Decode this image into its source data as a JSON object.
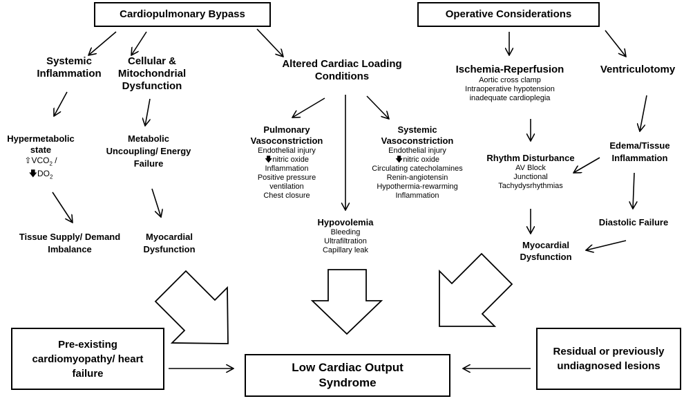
{
  "boxes": {
    "cpb": "Cardiopulmonary Bypass",
    "operative": "Operative Considerations",
    "preexisting": "Pre-existing cardiomyopathy/ heart failure",
    "lcos": "Low Cardiac Output Syndrome",
    "residual": "Residual or previously undiagnosed lesions"
  },
  "nodes": {
    "systemic_inflammation": "Systemic Inflammation",
    "cellular": "Cellular & Mitochondrial Dysfunction",
    "altered_loading": "Altered Cardiac Loading Conditions",
    "hypermetabolic": {
      "title": "Hypermetabolic state",
      "line1": "VCO",
      "line1_sub": "2",
      "line1_tail": " /",
      "line2": "DO",
      "line2_sub": "2"
    },
    "metabolic": "Metabolic Uncoupling/ Energy Failure",
    "tissue_supply": "Tissue Supply/ Demand Imbalance",
    "myocardial_left": "Myocardial Dysfunction",
    "pulmonary": {
      "title": "Pulmonary Vasoconstriction",
      "items": [
        "Endothelial injury",
        "nitric oxide",
        "Inflammation",
        "Positive pressure",
        "ventilation",
        "Chest closure"
      ]
    },
    "systemic_vaso": {
      "title": "Systemic Vasoconstriction",
      "items": [
        "Endothelial injury",
        "nitric oxide",
        "Circulating catecholamines",
        "Renin-angiotensin",
        "Hypothermia-rewarming",
        "Inflammation"
      ]
    },
    "hypovolemia": {
      "title": "Hypovolemia",
      "items": [
        "Bleeding",
        "Ultrafiltration",
        "Capillary leak"
      ]
    },
    "ischemia": {
      "title": "Ischemia-Reperfusion",
      "items": [
        "Aortic cross clamp",
        "Intraoperative hypotension",
        "inadequate cardioplegia"
      ]
    },
    "ventriculotomy": "Ventriculotomy",
    "rhythm": {
      "title": "Rhythm Disturbance",
      "items": [
        "AV Block",
        "Junctional",
        "Tachydysrhythmias"
      ]
    },
    "edema": "Edema/Tissue Inflammation",
    "diastolic": "Diastolic Failure",
    "myocardial_right": "Myocardial Dysfunction"
  },
  "glyphs": {
    "up_arrow": "⇧",
    "down_arrow": "🡇"
  }
}
